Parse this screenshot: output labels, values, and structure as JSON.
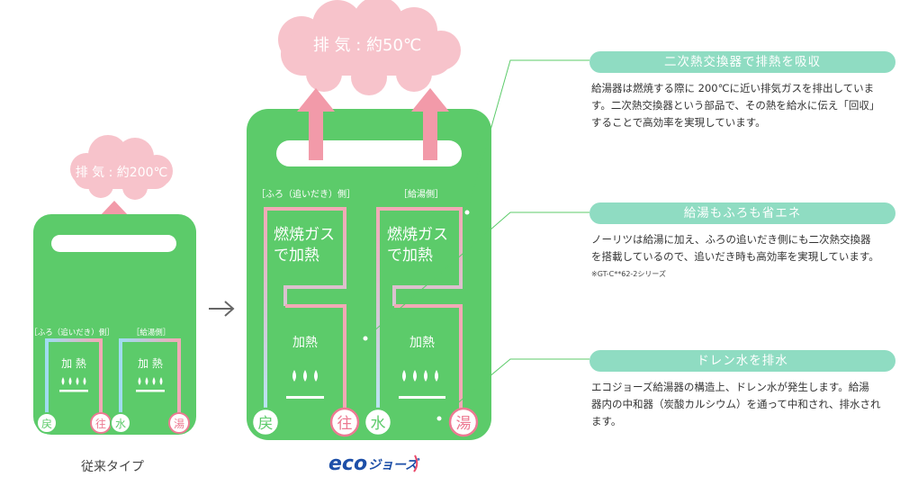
{
  "conventional": {
    "exhaust": "排 気 : 約200℃",
    "side_furo": "［ふろ（追いだき）側］",
    "side_kyuto": "［給湯側］",
    "heat_left": "加 熱",
    "heat_right": "加 熱",
    "ports": [
      "戻",
      "往",
      "水",
      "湯"
    ],
    "caption": "従来タイプ"
  },
  "eco": {
    "exhaust": "排 気 : 約50℃",
    "side_furo": "［ふろ（追いだき）側］",
    "side_kyuto": "［給湯側］",
    "gas_left_1": "燃焼ガス",
    "gas_left_2": "で加熱",
    "gas_right_1": "燃焼ガス",
    "gas_right_2": "で加熱",
    "heat_left": "加熱",
    "heat_right": "加熱",
    "ports": [
      "戻",
      "往",
      "水",
      "湯"
    ],
    "logo": "ecoジョーズ"
  },
  "info": [
    {
      "title": "二次熱交換器で排熱を吸収",
      "lines": [
        "給湯器は燃焼する際に 200℃に近い排気ガスを排出していま",
        "す。二次熱交換器という部品で、その熱を給水に伝え「回収」",
        "することで高効率を実現しています。"
      ]
    },
    {
      "title": "給湯もふろも省エネ",
      "lines": [
        "ノーリツは給湯に加え、ふろの追いだき側にも二次熱交換器",
        "を搭載しているので、追いだき時も高効率を実現しています。"
      ],
      "note": "※GT-C**62-2シリーズ"
    },
    {
      "title": "ドレン水を排水",
      "lines": [
        "エコジョーズ給湯器の構造上、ドレン水が発生します。給湯",
        "器内の中和器（炭酸カルシウム）を通って中和され、排水され",
        "ます。"
      ]
    }
  ],
  "colors": {
    "unit_green": "#5ccb6a",
    "cloud_pink": "#f7c3cb",
    "arrow_pink": "#f29aa9",
    "pipe_blue": "#a9dff1",
    "pipe_pink": "#f3a9b6",
    "label_teal": "#8fdcc2",
    "logo_blue": "#1d4fa8"
  }
}
